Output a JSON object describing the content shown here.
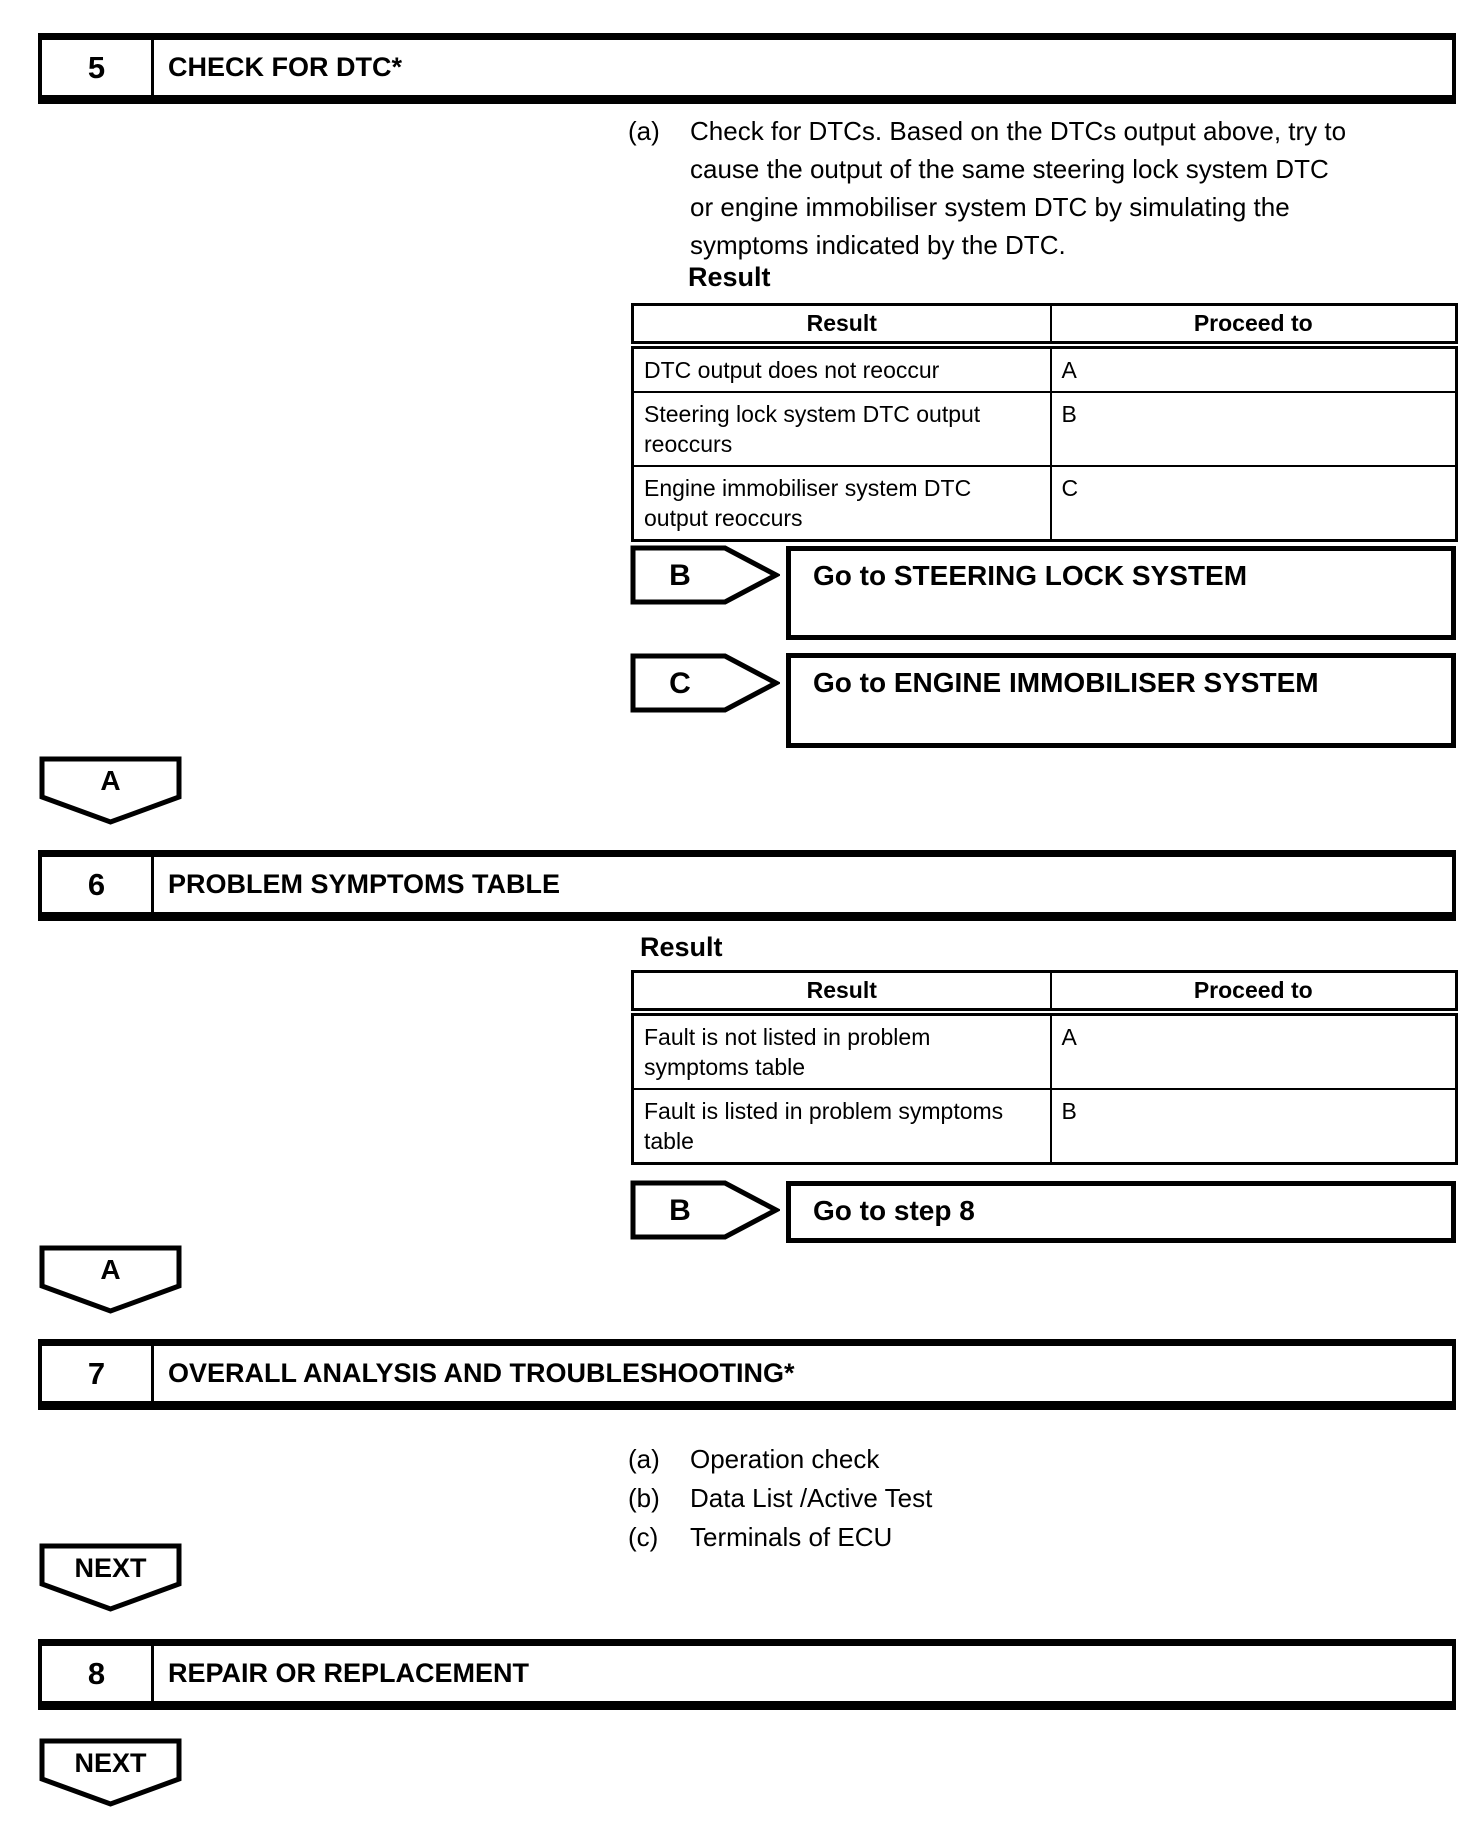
{
  "page": {
    "background": "#ffffff",
    "ink": "#000000"
  },
  "step5": {
    "number": "5",
    "title": "CHECK FOR DTC*",
    "instruction": {
      "marker": "(a)",
      "lines": [
        "Check for DTCs. Based on the DTCs output above, try to",
        "cause the output of the same steering lock system DTC",
        "or engine immobiliser system DTC by simulating the",
        "symptoms indicated by the DTC."
      ]
    },
    "result_label": "Result",
    "table": {
      "headers": [
        "Result",
        "Proceed to"
      ],
      "rows": [
        {
          "result": "DTC output does not reoccur",
          "proceed": "A"
        },
        {
          "result": "Steering lock system DTC output reoccurs",
          "proceed": "B"
        },
        {
          "result": "Engine immobiliser system DTC output reoccurs",
          "proceed": "C"
        }
      ]
    },
    "branch_b": {
      "label": "B",
      "text": "Go to STEERING LOCK SYSTEM"
    },
    "branch_c": {
      "label": "C",
      "text": "Go to ENGINE IMMOBILISER SYSTEM"
    }
  },
  "connector_a1": {
    "label": "A"
  },
  "step6": {
    "number": "6",
    "title": "PROBLEM SYMPTOMS TABLE",
    "result_label": "Result",
    "table": {
      "headers": [
        "Result",
        "Proceed to"
      ],
      "rows": [
        {
          "result": "Fault is not listed in problem symptoms table",
          "proceed": "A"
        },
        {
          "result": "Fault is listed in problem symptoms table",
          "proceed": "B"
        }
      ]
    },
    "branch_b": {
      "label": "B",
      "text": "Go to step 8"
    }
  },
  "connector_a2": {
    "label": "A"
  },
  "step7": {
    "number": "7",
    "title": "OVERALL ANALYSIS AND TROUBLESHOOTING*",
    "items": [
      {
        "marker": "(a)",
        "text": "Operation check"
      },
      {
        "marker": "(b)",
        "text": "Data List /Active Test"
      },
      {
        "marker": "(c)",
        "text": "Terminals of ECU"
      }
    ]
  },
  "connector_next1": {
    "label": "NEXT"
  },
  "step8": {
    "number": "8",
    "title": "REPAIR OR REPLACEMENT"
  },
  "connector_next2": {
    "label": "NEXT"
  }
}
